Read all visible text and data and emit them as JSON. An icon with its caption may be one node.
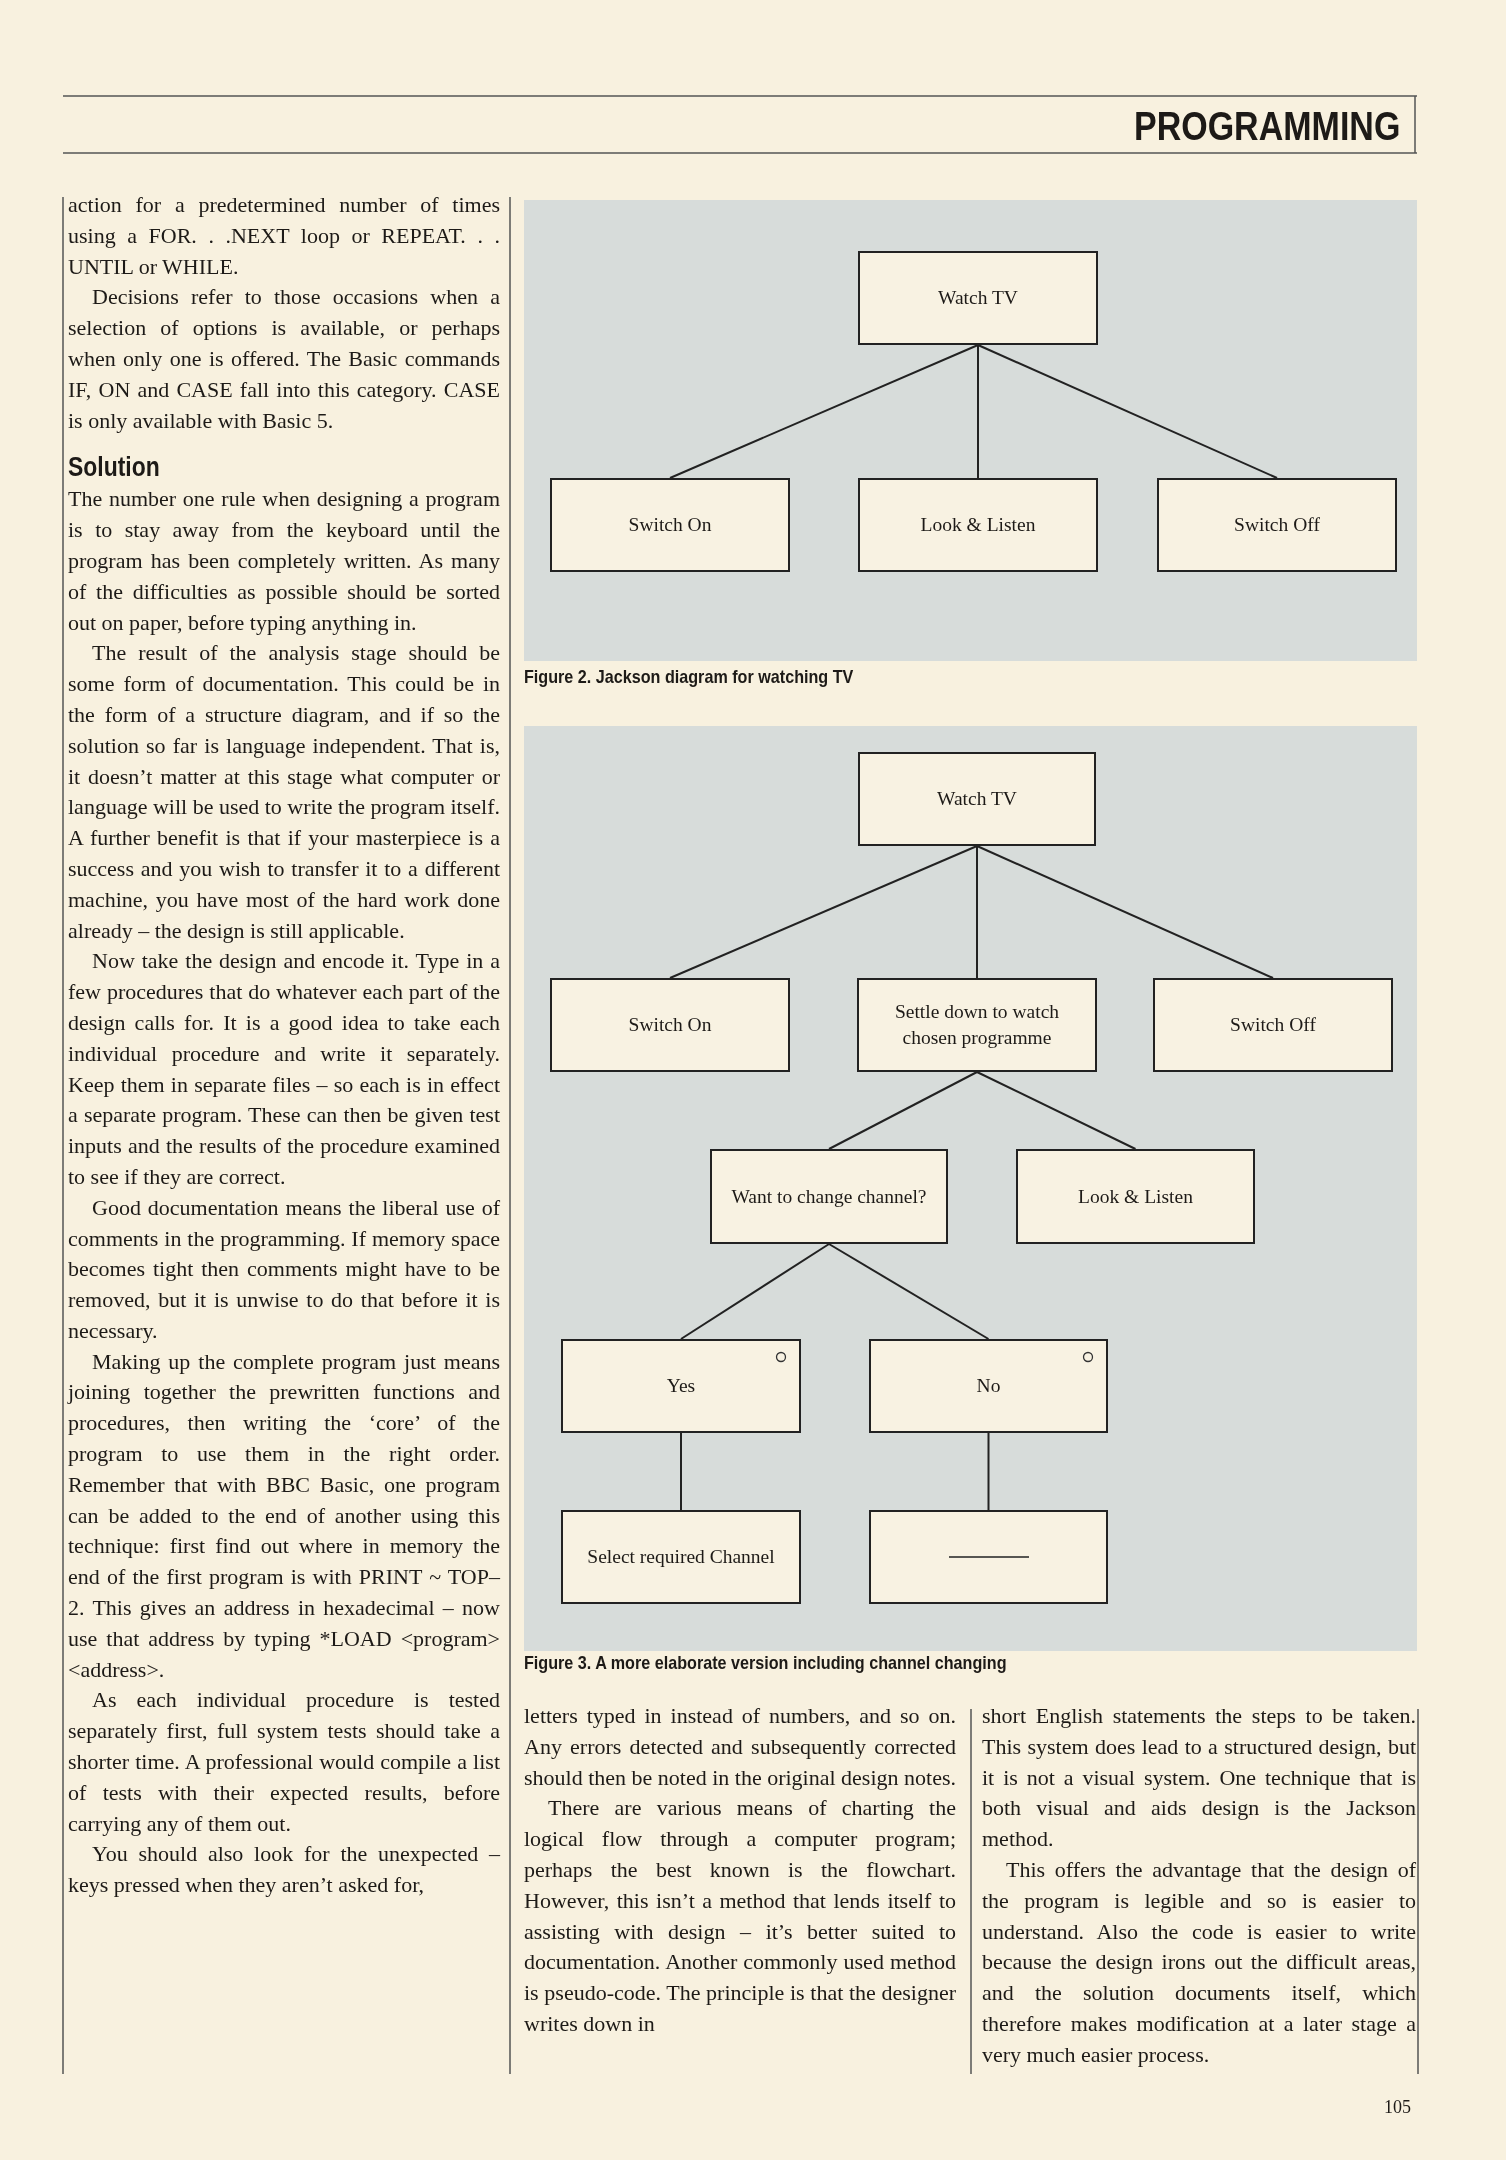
{
  "diagram": {
    "nodes": [
      {
        "text": [
          "Watch TV"
        ]
      },
      {
        "text": [
          "Switch On"
        ]
      },
      {
        "text": [
          "Look & Listen"
        ]
      },
      {
        "text": [
          "Switch Off"
        ]
      },
      {
        "text": [
          "Watch TV"
        ]
      },
      {
        "text": [
          "Switch On"
        ]
      },
      {
        "text": [
          "Settle down to watch chosen programme"
        ]
      },
      {
        "text": [
          "Switch Off"
        ]
      },
      {
        "text": [
          "Want to change channel?"
        ]
      },
      {
        "text": [
          "Look & Listen"
        ]
      },
      {
        "text": [
          "Yes"
        ]
      },
      {
        "text": [
          "No"
        ]
      },
      {
        "text": [
          "Select required Channel"
        ]
      },
      {
        "text": [],
        "shape": "box"
      }
    ],
    "edges": [
      {
        "from": 0,
        "to": 1,
        "arrow": "none"
      },
      {
        "from": 0,
        "to": 2,
        "arrow": "none"
      },
      {
        "from": 0,
        "to": 3,
        "arrow": "none"
      },
      {
        "from": 4,
        "to": 5,
        "arrow": "none"
      },
      {
        "from": 4,
        "to": 6,
        "arrow": "none"
      },
      {
        "from": 4,
        "to": 7,
        "arrow": "none"
      },
      {
        "from": 6,
        "to": 8,
        "arrow": "none"
      },
      {
        "from": 6,
        "to": 9,
        "arrow": "none"
      },
      {
        "from": 8,
        "to": 10,
        "arrow": "none"
      },
      {
        "from": 8,
        "to": 11,
        "arrow": "none"
      },
      {
        "from": 10,
        "to": 12,
        "arrow": "none"
      },
      {
        "from": 11,
        "to": 13,
        "arrow": "none"
      }
    ],
    "labels": [
      "PROGRAMMING",
      "action for a predetermined number of times using a FOR. . .NEXT loop or REPEAT. . . UNTIL or WHILE.",
      "Decisions refer to those occasions when a selection of options is available, or perhaps when only one is offered. The Basic commands IF, ON and CASE fall into this category. CASE is only available with Basic 5.",
      "Solution",
      "The number one rule when designing a program is to stay away from the keyboard until the program has been completely written. As many of the difficulties as possible should be sorted out on paper, before typing anything in.",
      "The result of the analysis stage should be some form of documentation. This could be in the form of a structure diagram, and if so the solution so far is language independent. That is, it doesn’t matter at this stage what computer or language will be used to write the program itself. A further benefit is that if your masterpiece is a success and you wish to transfer it to a different machine, you have most of the hard work done already – the design is still applicable.",
      "Now take the design and encode it. Type in a few procedures that do whatever each part of the design calls for. It is a good idea to take each individual procedure and write it separately. Keep them in separate files – so each is in effect a separate program. These can then be given test inputs and the results of the procedure examined to see if they are correct.",
      "Good documentation means the liberal use of comments in the programming. If memory space becomes tight then comments might have to be removed, but it is unwise to do that before it is necessary.",
      "Making up the complete program just means joining together the prewritten functions and procedures, then writing the ‘core’ of the program to use them in the right order. Remember that with BBC Basic, one program can be added to the end of another using this technique: first find out where in memory the end of the first program is with PRINT ~ TOP–2. This gives an address in hexadecimal – now use that address by typing *LOAD <program> <address>.",
      "As each individual procedure is tested separately first, full system tests should take a shorter time. A professional would compile a list of tests with their expected results, before carrying any of them out.",
      "You should also look for the unexpected – keys pressed when they aren’t asked for,",
      "Figure 2. Jackson diagram for watching TV",
      "Figure 3. A more elaborate version including channel changing",
      "letters typed in instead of numbers, and so on. Any errors detected and subsequently corrected should then be noted in the original design notes.",
      "There are various means of charting the logical flow through a computer program; perhaps the best known is the flowchart. However, this isn’t a method that lends itself to assisting with design – it’s better suited to documentation. Another commonly used method is pseudo-code. The principle is that the designer writes down in",
      "short English statements the steps to be taken. This system does lead to a structured design, but it is not a visual system. One technique that is both visual and aids design is the Jackson method.",
      "This offers the advantage that the design of the program is legible and so is easier to understand. Also the code is easier to write because the design irons out the difficult areas, and the solution documents itself, which therefore makes modification at a later stage a very much easier process.",
      "105"
    ]
  }
}
